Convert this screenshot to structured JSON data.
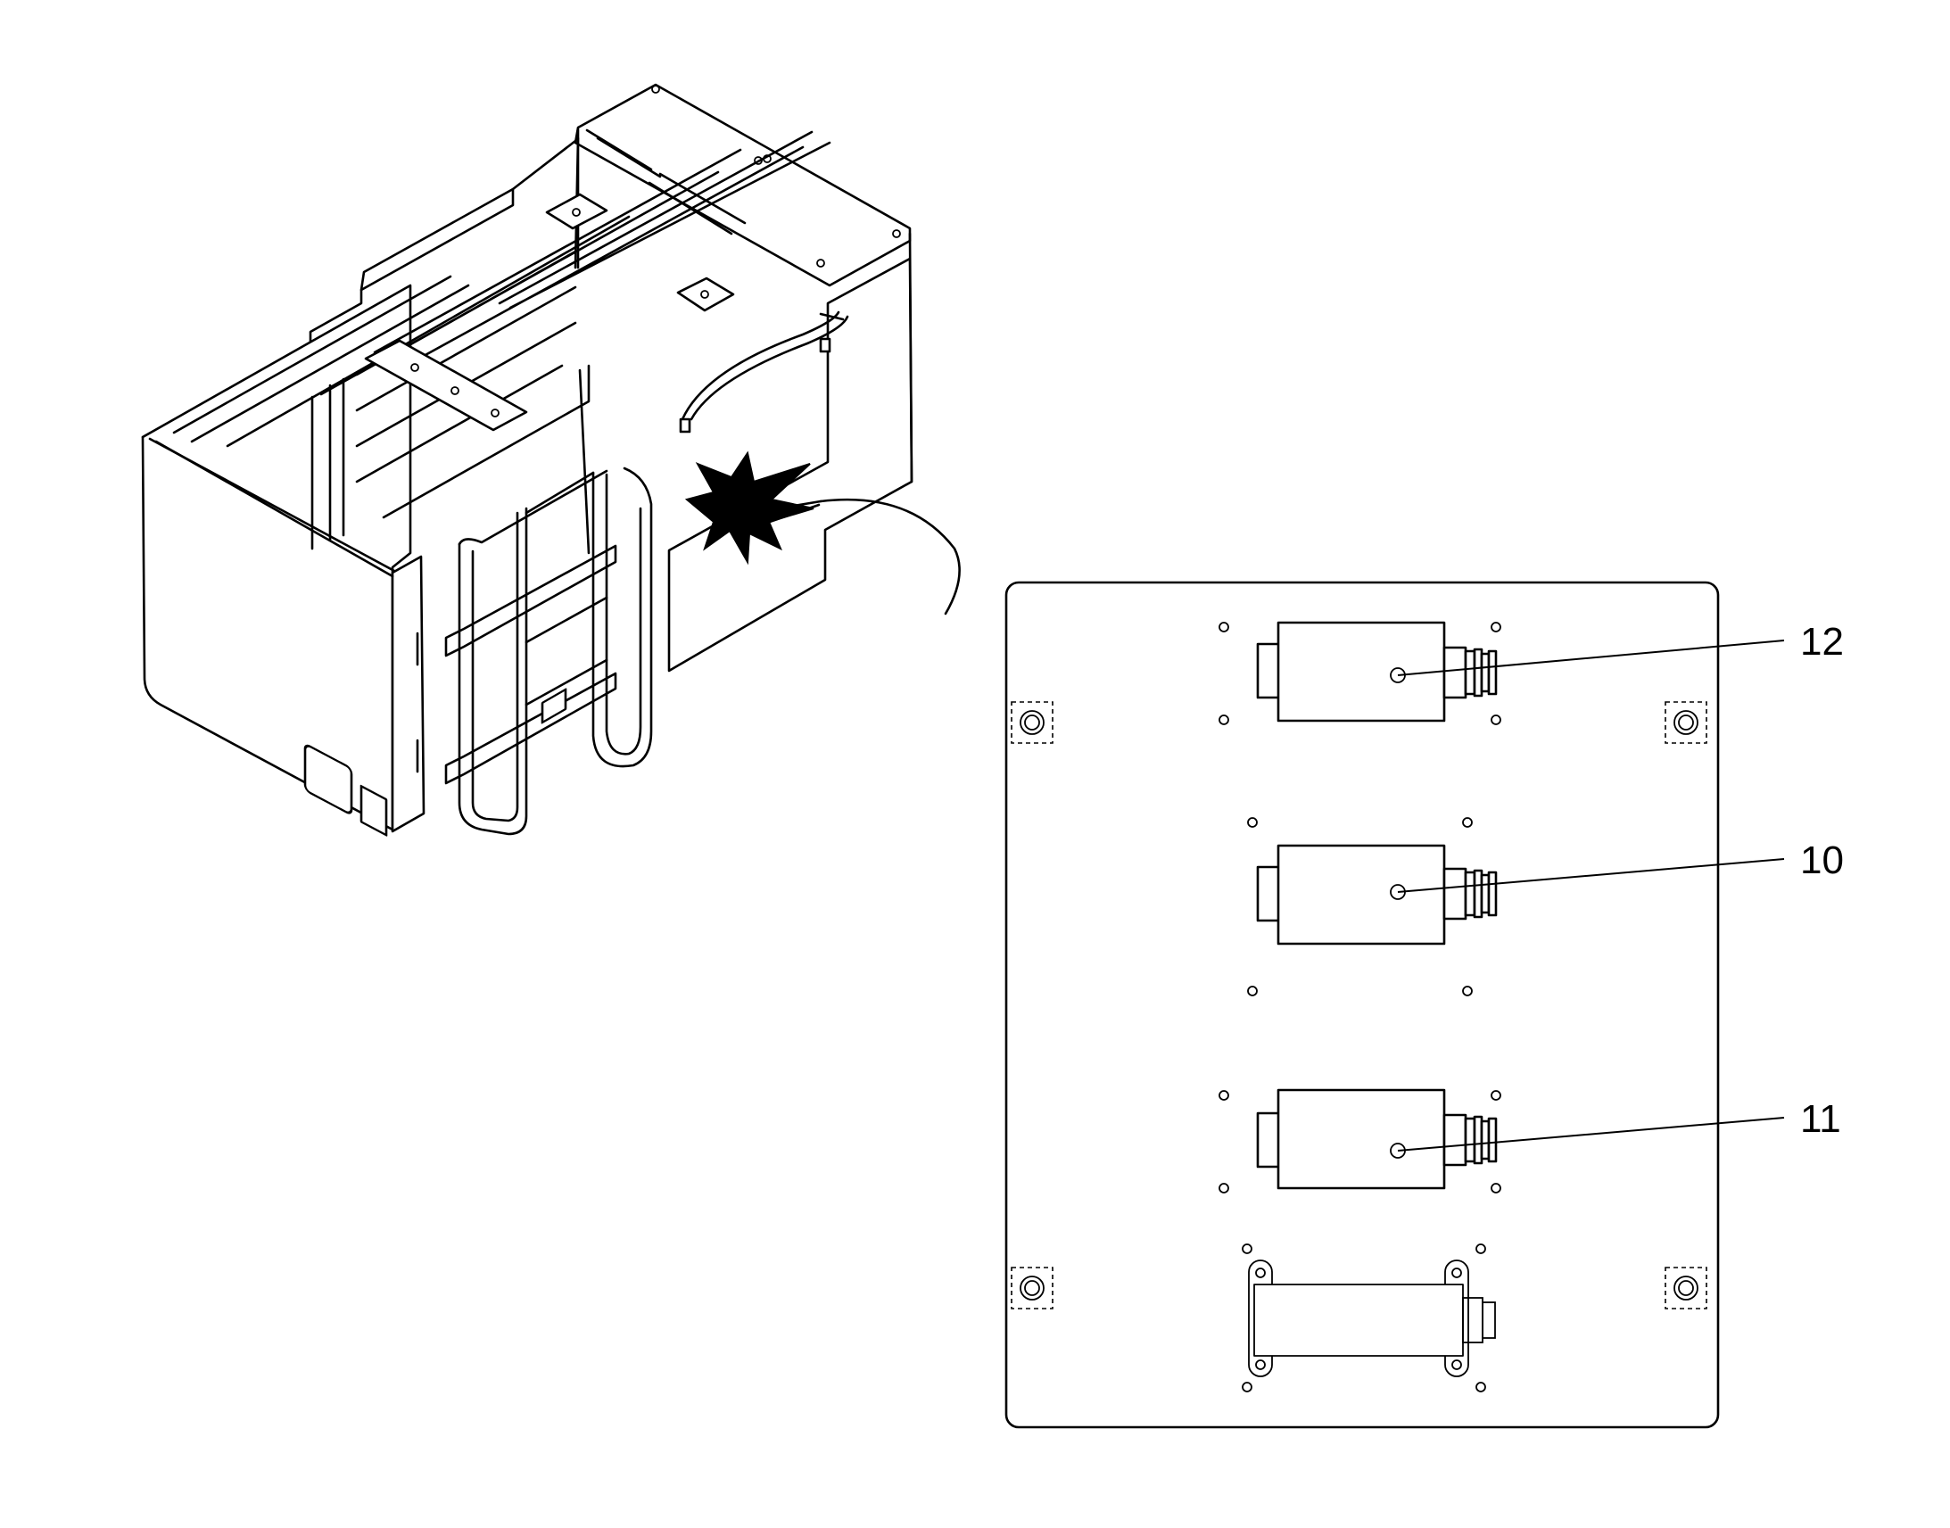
{
  "callouts": [
    {
      "label": "12",
      "part": "upper-connector-module"
    },
    {
      "label": "10",
      "part": "middle-connector-module"
    },
    {
      "label": "11",
      "part": "lower-connector-module"
    }
  ],
  "colors": {
    "line": "#000000",
    "background": "#ffffff"
  },
  "icons": [
    "burst-icon",
    "detail-arrow"
  ]
}
